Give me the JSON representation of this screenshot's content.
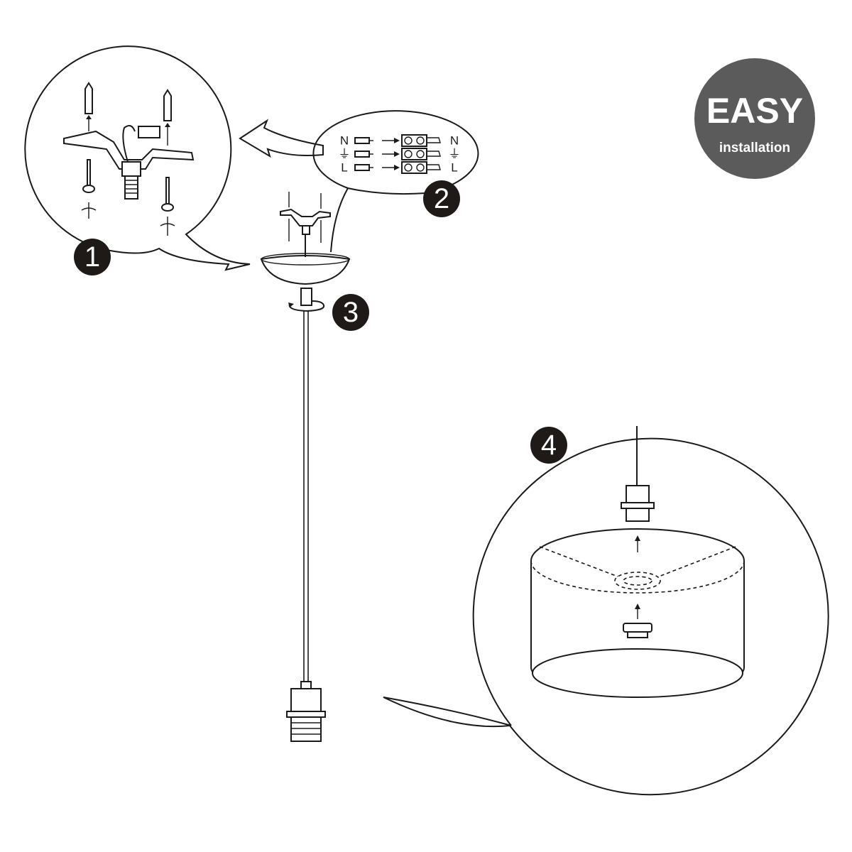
{
  "badge": {
    "title": "EASY",
    "subtitle": "installation",
    "color": "#5b5b5b"
  },
  "steps": [
    {
      "number": "1"
    },
    {
      "number": "2"
    },
    {
      "number": "3"
    },
    {
      "number": "4"
    }
  ],
  "wiring": {
    "left_labels": [
      "N",
      "⏚",
      "L"
    ],
    "right_labels": [
      "N",
      "⏚",
      "L"
    ]
  }
}
